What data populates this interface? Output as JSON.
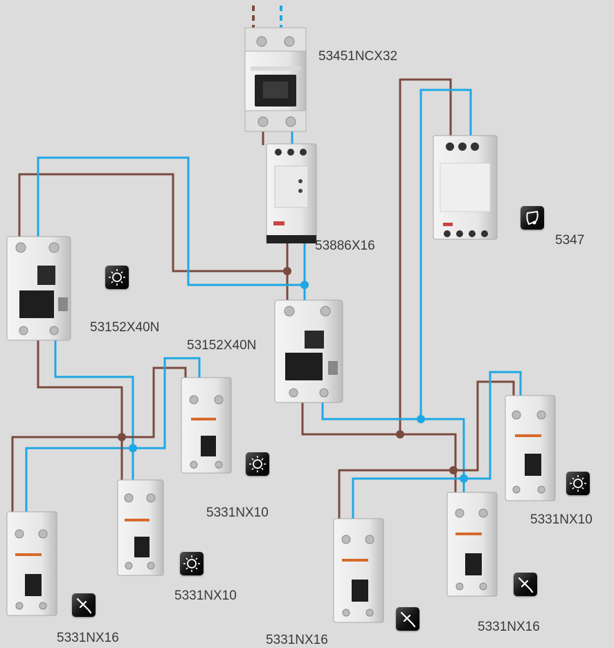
{
  "colors": {
    "background": "#dcdcdc",
    "phase_wire": "#7a4a3e",
    "neutral_wire": "#1ea7e4",
    "device_body": "#ececec",
    "device_shadow": "#bdbdbd",
    "badge": "#1a1a1a"
  },
  "devices": [
    {
      "id": "main-breaker",
      "kind": "2-pole circuit breaker",
      "label": "53451NCX32"
    },
    {
      "id": "relay",
      "kind": "modular relay",
      "label": "53886X16"
    },
    {
      "id": "bell-transformer",
      "kind": "bell transformer",
      "label": "5347",
      "icon": "bell-icon"
    },
    {
      "id": "rcd-left",
      "kind": "residual current device",
      "label": "53152X40N",
      "icon": "lighting-icon"
    },
    {
      "id": "rcd-center",
      "kind": "residual current device",
      "label": "53152X40N"
    },
    {
      "id": "mcb-a",
      "kind": "1P+N circuit breaker",
      "label": "5331NX10",
      "icon": "lighting-icon"
    },
    {
      "id": "mcb-b",
      "kind": "1P+N circuit breaker",
      "label": "5331NX10",
      "icon": "lighting-icon"
    },
    {
      "id": "mcb-c",
      "kind": "1P+N circuit breaker",
      "label": "5331NX16",
      "icon": "socket-plug-icon"
    },
    {
      "id": "mcb-d",
      "kind": "1P+N circuit breaker",
      "label": "5331NX10",
      "icon": "lighting-icon"
    },
    {
      "id": "mcb-e",
      "kind": "1P+N circuit breaker",
      "label": "5331NX16",
      "icon": "socket-plug-icon"
    },
    {
      "id": "mcb-f",
      "kind": "1P+N circuit breaker",
      "label": "5331NX16",
      "icon": "socket-plug-icon"
    }
  ]
}
